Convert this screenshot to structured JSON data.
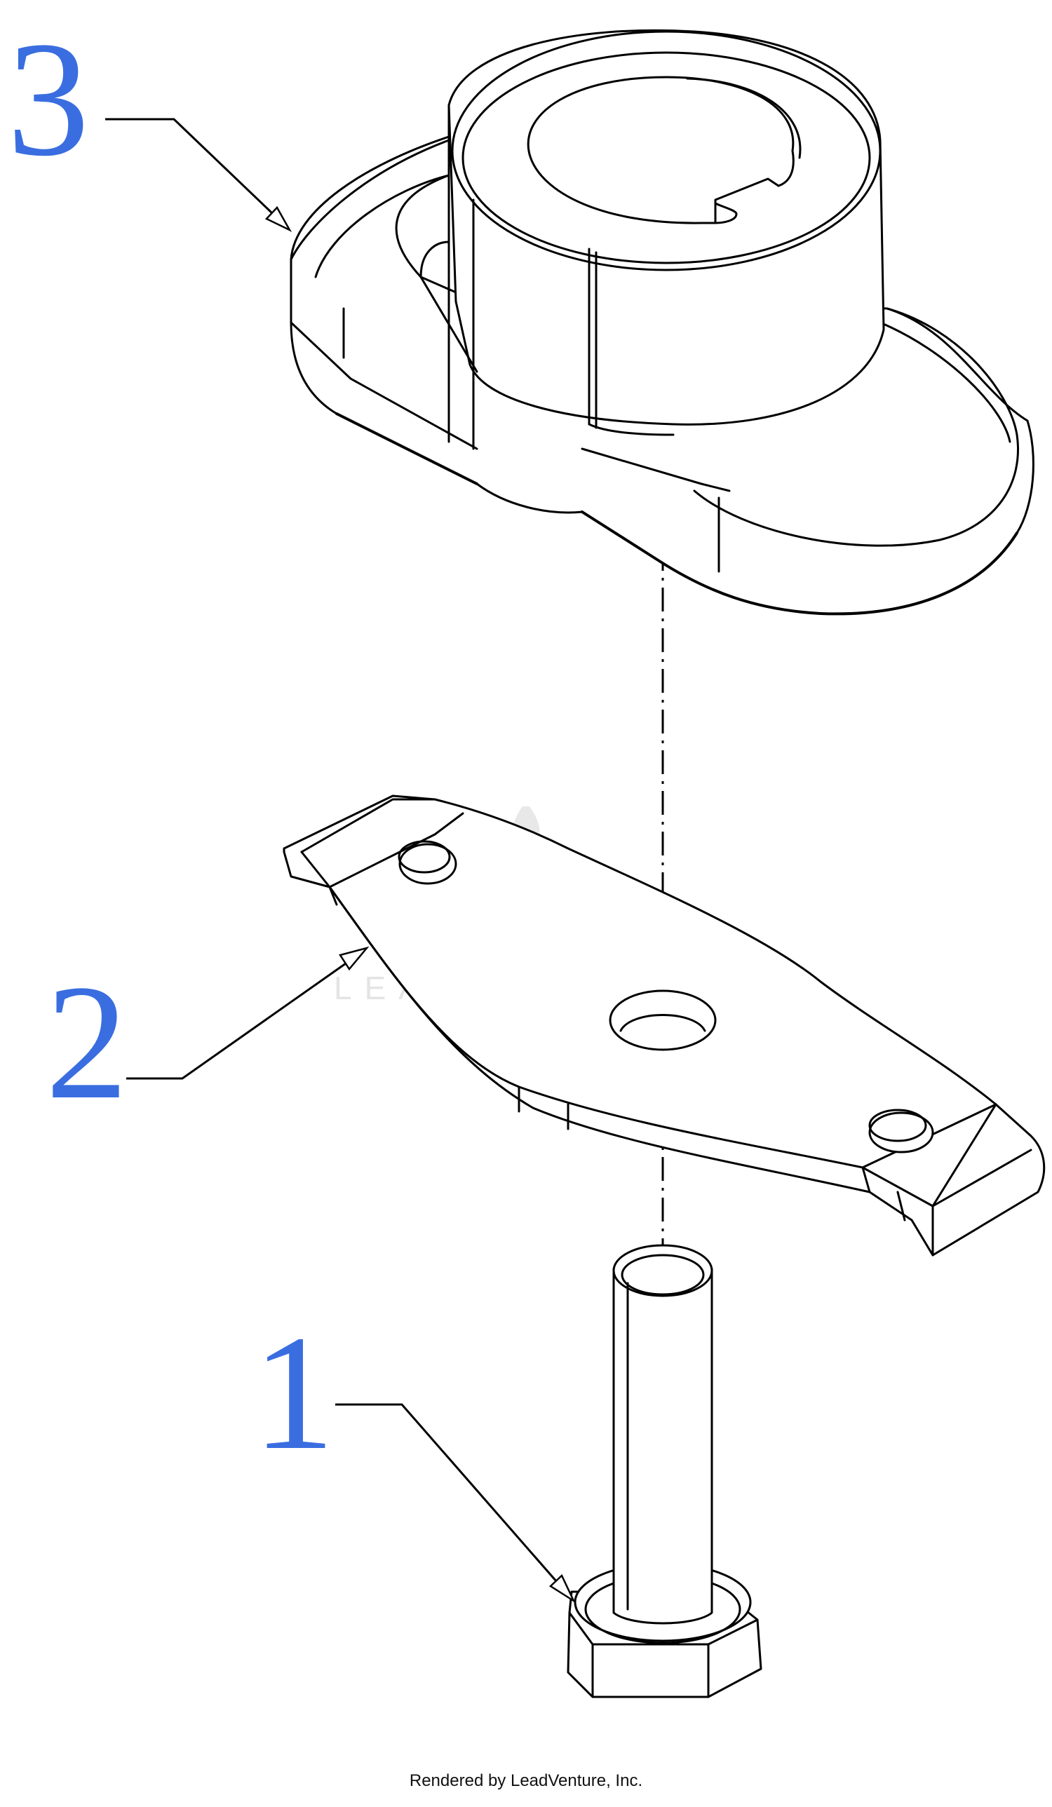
{
  "callouts": [
    {
      "id": "part-1",
      "label": "1"
    },
    {
      "id": "part-2",
      "label": "2"
    },
    {
      "id": "part-3",
      "label": "3"
    }
  ],
  "watermark": {
    "text": "LEADVENTURE"
  },
  "footer": {
    "text": "Rendered by LeadVenture, Inc."
  },
  "colors": {
    "callout": "#3a6ee0",
    "line": "#000000",
    "watermark": "#e4e4e4"
  }
}
